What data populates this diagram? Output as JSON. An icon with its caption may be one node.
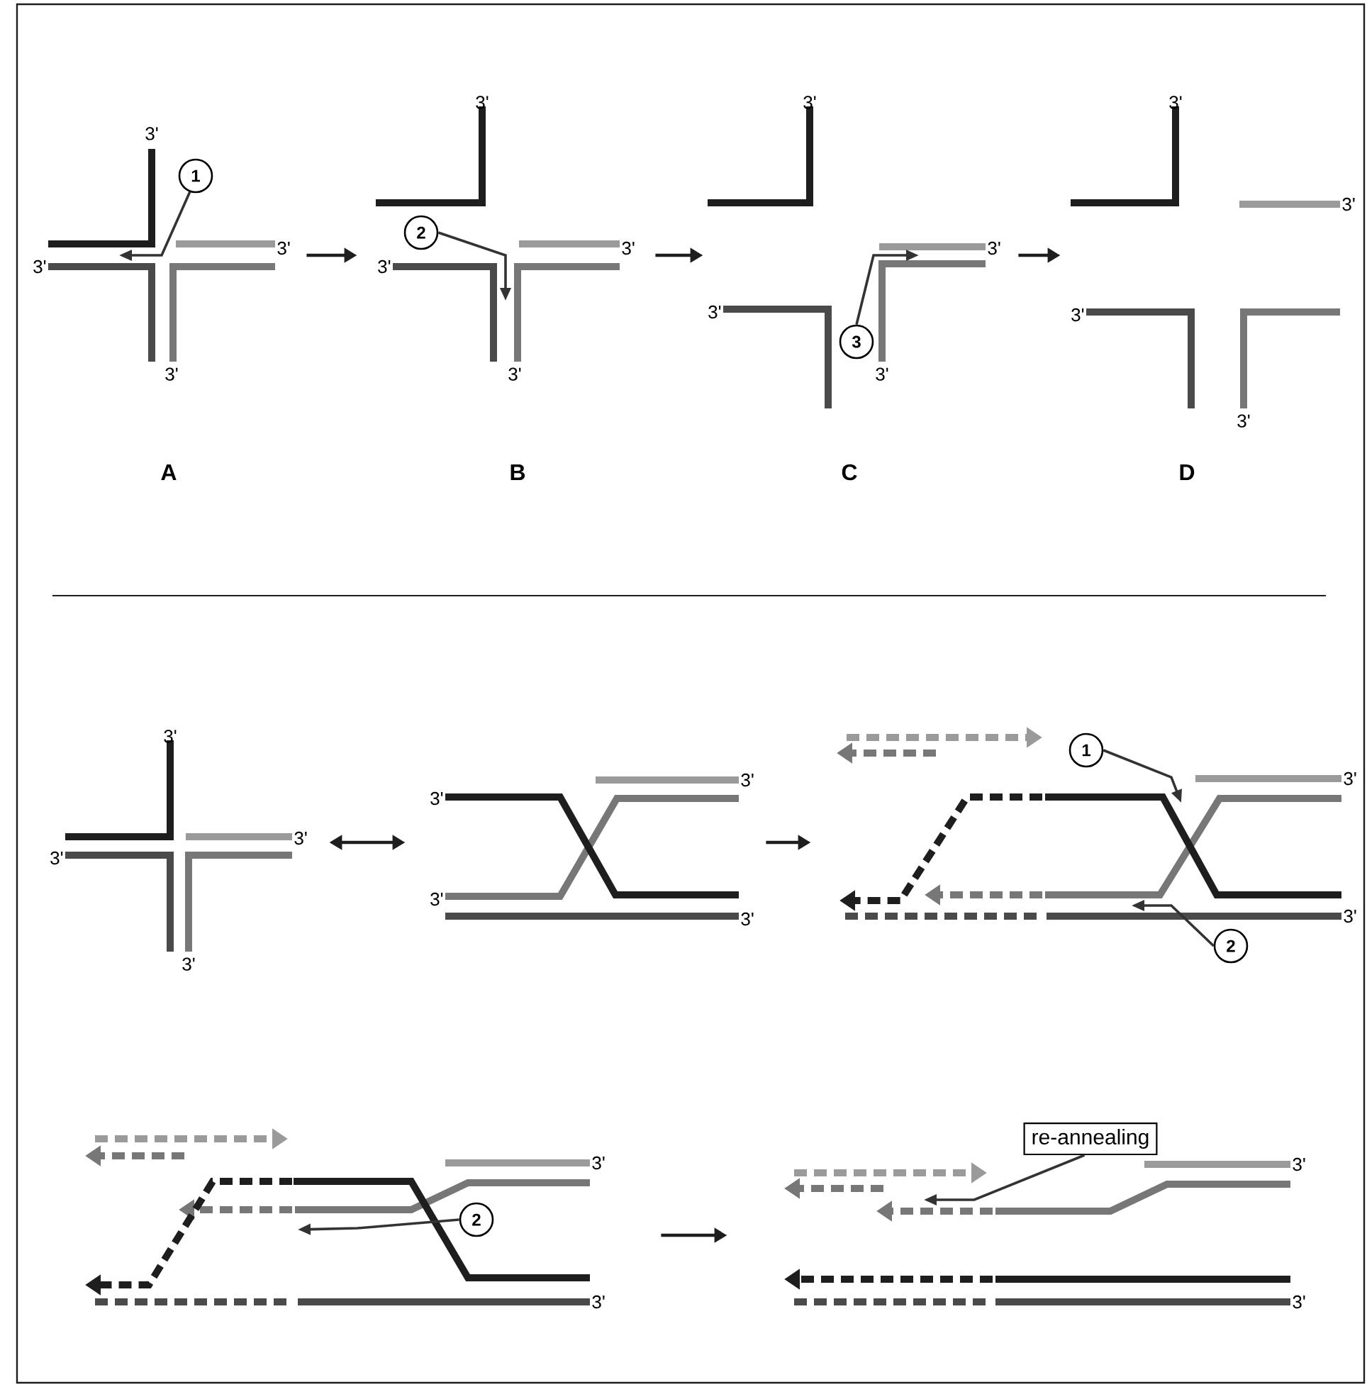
{
  "diagram": {
    "nodes": [
      {
        "text": [],
        "shape": "picture"
      },
      {
        "text": [],
        "shape": "picture"
      },
      {
        "text": [],
        "shape": "picture"
      },
      {
        "text": [],
        "shape": "picture"
      },
      {
        "text": [],
        "shape": "picture"
      },
      {
        "text": [],
        "shape": "picture"
      },
      {
        "text": [],
        "shape": "picture"
      },
      {
        "text": [],
        "shape": "picture"
      },
      {
        "text": [],
        "shape": "picture"
      },
      {
        "text": [
          "1"
        ],
        "in": 0
      },
      {
        "text": [
          "2"
        ],
        "in": 1
      },
      {
        "text": [
          "3"
        ],
        "in": 2
      },
      {
        "text": [
          "1"
        ],
        "in": 6
      },
      {
        "text": [
          "2"
        ]
      },
      {
        "text": [
          "2"
        ],
        "in": 7
      },
      {
        "text": [
          "re-annealing"
        ]
      }
    ],
    "edges": [
      {
        "from": 0,
        "to": 1,
        "arrow": "to"
      },
      {
        "from": 1,
        "to": 2,
        "arrow": "to"
      },
      {
        "from": 2,
        "to": 3,
        "arrow": "to"
      },
      {
        "from": 4,
        "to": 5,
        "arrow": "both"
      },
      {
        "from": 5,
        "to": 6,
        "arrow": "to"
      },
      {
        "from": 7,
        "to": 8,
        "arrow": "to"
      },
      {
        "from": 9,
        "to": null,
        "arrow": "to"
      },
      {
        "from": 10,
        "to": null,
        "arrow": "to"
      },
      {
        "from": 11,
        "to": null,
        "arrow": "to"
      },
      {
        "from": 12,
        "to": null,
        "arrow": "to"
      },
      {
        "from": 13,
        "to": 6,
        "arrow": "to"
      },
      {
        "from": 14,
        "to": null,
        "arrow": "to"
      },
      {
        "from": 15,
        "to": 8,
        "arrow": "to"
      }
    ],
    "labels": [
      "3'",
      "3'",
      "3'",
      "3'",
      "3'",
      "3'",
      "3'",
      "3'",
      "3'",
      "3'",
      "3'",
      "3'",
      "3'",
      "3'",
      "3'",
      "3'",
      "A",
      "B",
      "C",
      "D",
      "3'",
      "3'",
      "3'",
      "3'",
      "3'",
      "3'",
      "3'",
      "3'",
      "3'",
      "3'",
      "3'",
      "3'",
      "3'",
      "3'"
    ]
  }
}
